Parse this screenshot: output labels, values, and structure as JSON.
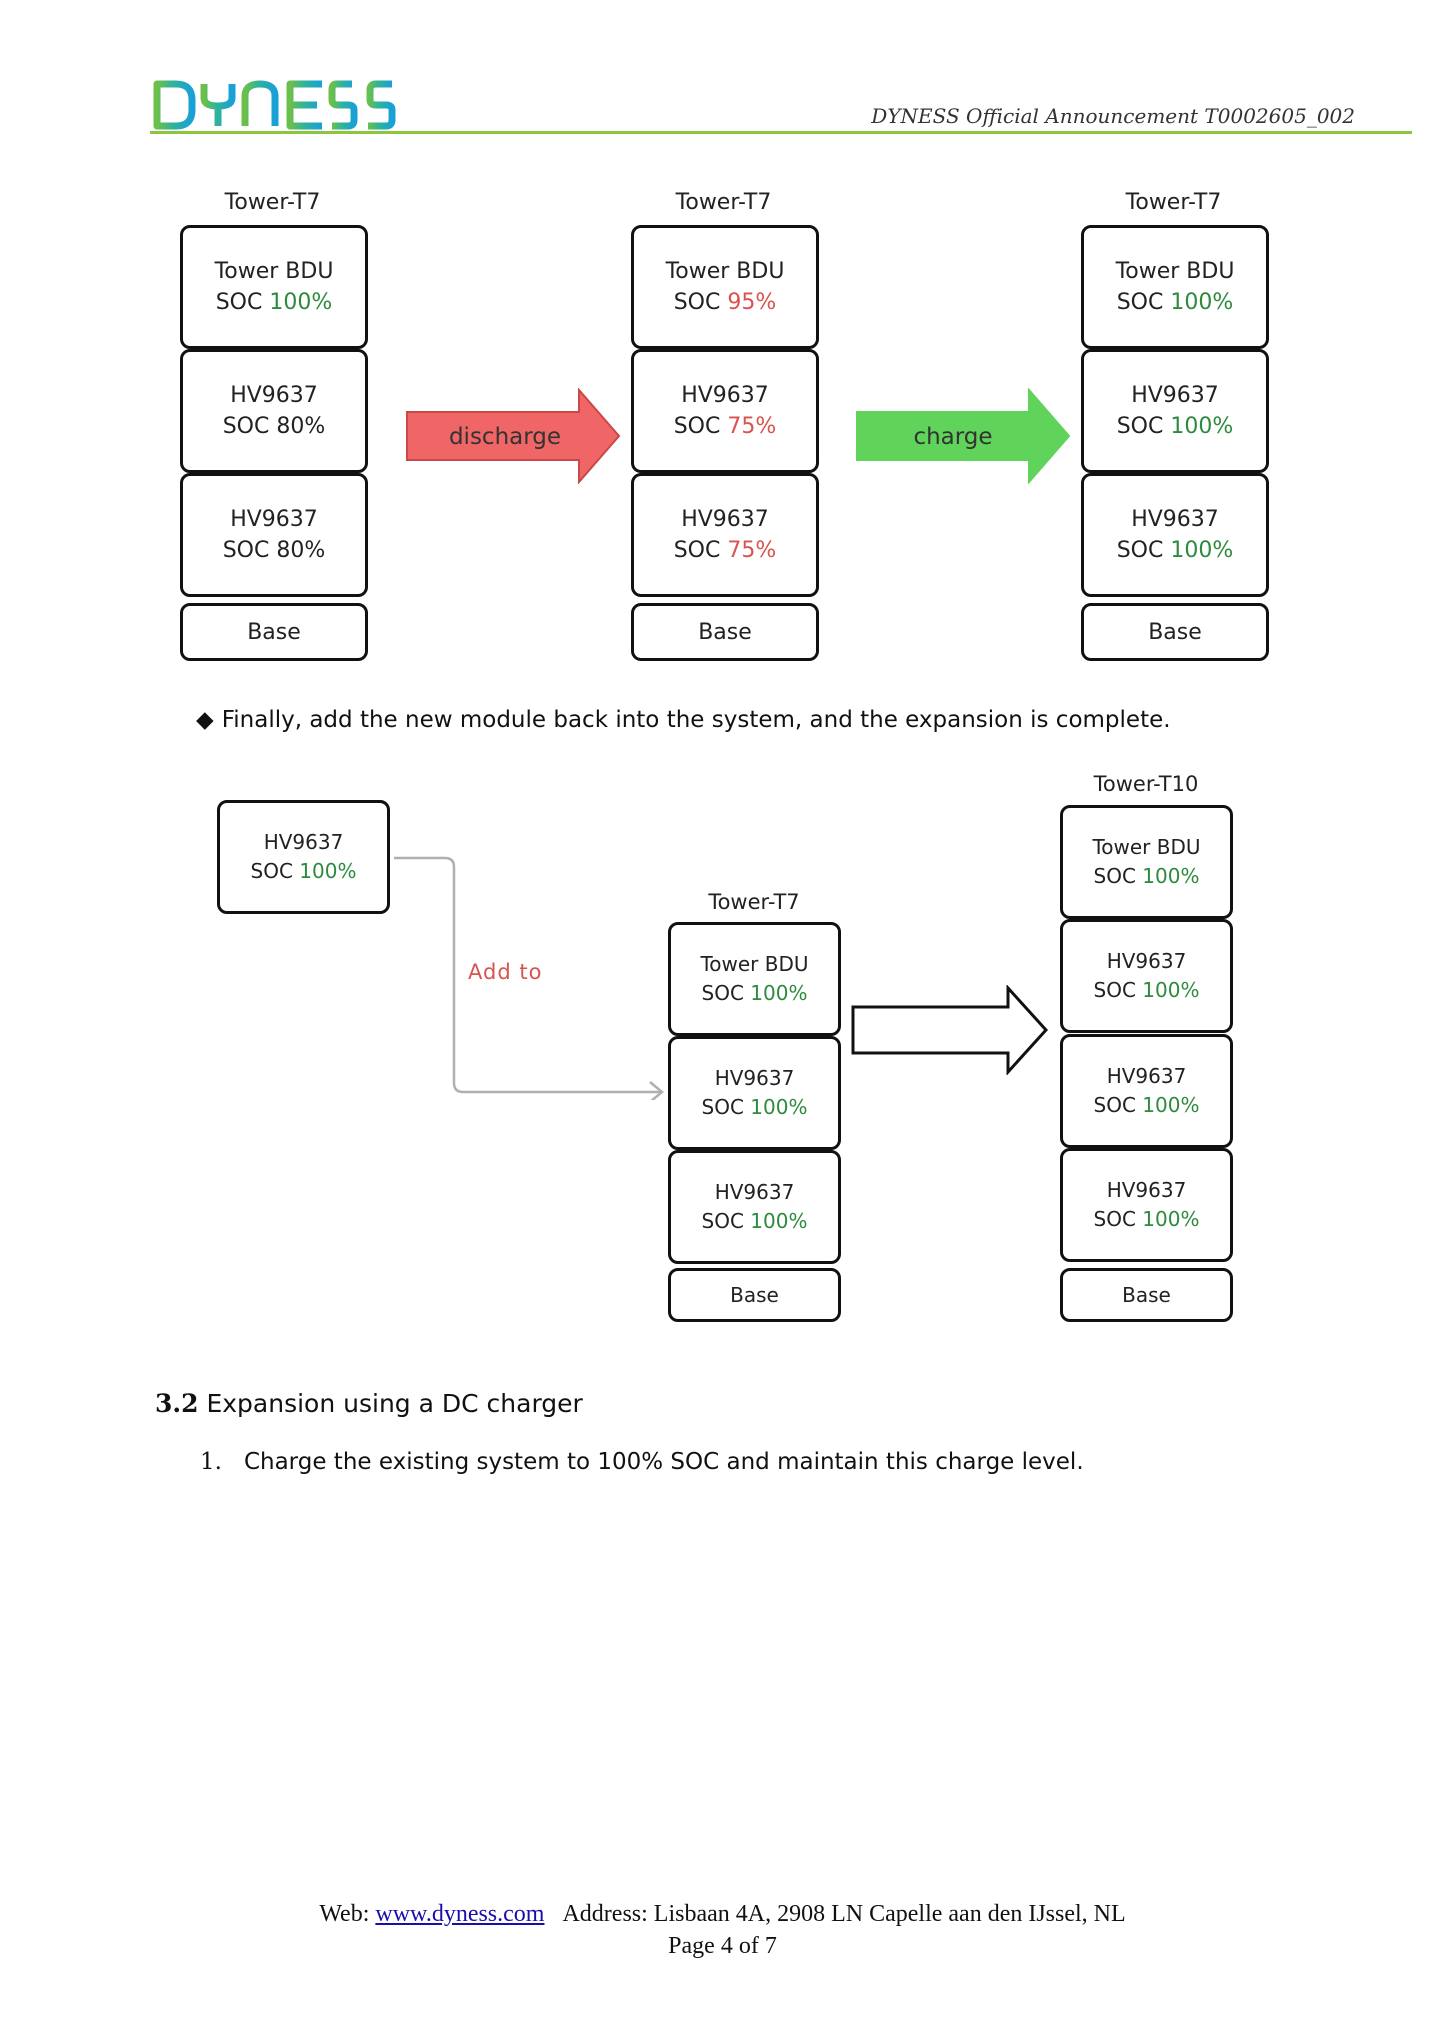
{
  "header": {
    "logo_text": "DYNESS",
    "announcement": "DYNESS Official Announcement T0002605_002"
  },
  "diagram1": {
    "towers": [
      {
        "label": "Tower-T7",
        "modules": [
          {
            "name": "Tower BDU",
            "soc_prefix": "SOC ",
            "soc_value": "100%",
            "soc_color": "green"
          },
          {
            "name": "HV9637",
            "soc_prefix": "SOC ",
            "soc_value": "80%",
            "soc_color": "plain"
          },
          {
            "name": "HV9637",
            "soc_prefix": "SOC ",
            "soc_value": "80%",
            "soc_color": "plain"
          }
        ],
        "base": "Base"
      },
      {
        "label": "Tower-T7",
        "modules": [
          {
            "name": "Tower BDU",
            "soc_prefix": "SOC ",
            "soc_value": "95%",
            "soc_color": "red"
          },
          {
            "name": "HV9637",
            "soc_prefix": "SOC ",
            "soc_value": "75%",
            "soc_color": "red"
          },
          {
            "name": "HV9637",
            "soc_prefix": "SOC ",
            "soc_value": "75%",
            "soc_color": "red"
          }
        ],
        "base": "Base"
      },
      {
        "label": "Tower-T7",
        "modules": [
          {
            "name": "Tower BDU",
            "soc_prefix": "SOC ",
            "soc_value": "100%",
            "soc_color": "green"
          },
          {
            "name": "HV9637",
            "soc_prefix": "SOC ",
            "soc_value": "100%",
            "soc_color": "green"
          },
          {
            "name": "HV9637",
            "soc_prefix": "SOC ",
            "soc_value": "100%",
            "soc_color": "green"
          }
        ],
        "base": "Base"
      }
    ],
    "discharge_label": "discharge",
    "charge_label": "charge",
    "colors": {
      "discharge": "#f06565",
      "charge": "#5fd35a",
      "green_text": "#2e8b3d",
      "red_text": "#d9534f"
    }
  },
  "bullet": {
    "symbol": "◆",
    "text": "Finally, add the new module back into the system, and the expansion is complete."
  },
  "diagram2": {
    "new_module": {
      "name": "HV9637",
      "soc_prefix": "SOC ",
      "soc_value": "100%"
    },
    "add_to_label": "Add  to",
    "tower_t7": {
      "label": "Tower-T7",
      "modules": [
        {
          "name": "Tower BDU",
          "soc_prefix": "SOC ",
          "soc_value": "100%"
        },
        {
          "name": "HV9637",
          "soc_prefix": "SOC ",
          "soc_value": "100%"
        },
        {
          "name": "HV9637",
          "soc_prefix": "SOC ",
          "soc_value": "100%"
        }
      ],
      "base": "Base"
    },
    "tower_t10": {
      "label": "Tower-T10",
      "modules": [
        {
          "name": "Tower BDU",
          "soc_prefix": "SOC ",
          "soc_value": "100%"
        },
        {
          "name": "HV9637",
          "soc_prefix": "SOC ",
          "soc_value": "100%"
        },
        {
          "name": "HV9637",
          "soc_prefix": "SOC ",
          "soc_value": "100%"
        },
        {
          "name": "HV9637",
          "soc_prefix": "SOC ",
          "soc_value": "100%"
        }
      ],
      "base": "Base"
    }
  },
  "section": {
    "number": "3.2",
    "title": "Expansion using a DC charger"
  },
  "list": [
    {
      "number": "1.",
      "text": "Charge the existing system to 100% SOC and maintain this charge level."
    }
  ],
  "footer": {
    "web_label": "Web: ",
    "web_link": "www.dyness.com",
    "address": "Address: Lisbaan 4A, 2908 LN Capelle aan den IJssel, NL",
    "page": "Page 4 of 7"
  }
}
